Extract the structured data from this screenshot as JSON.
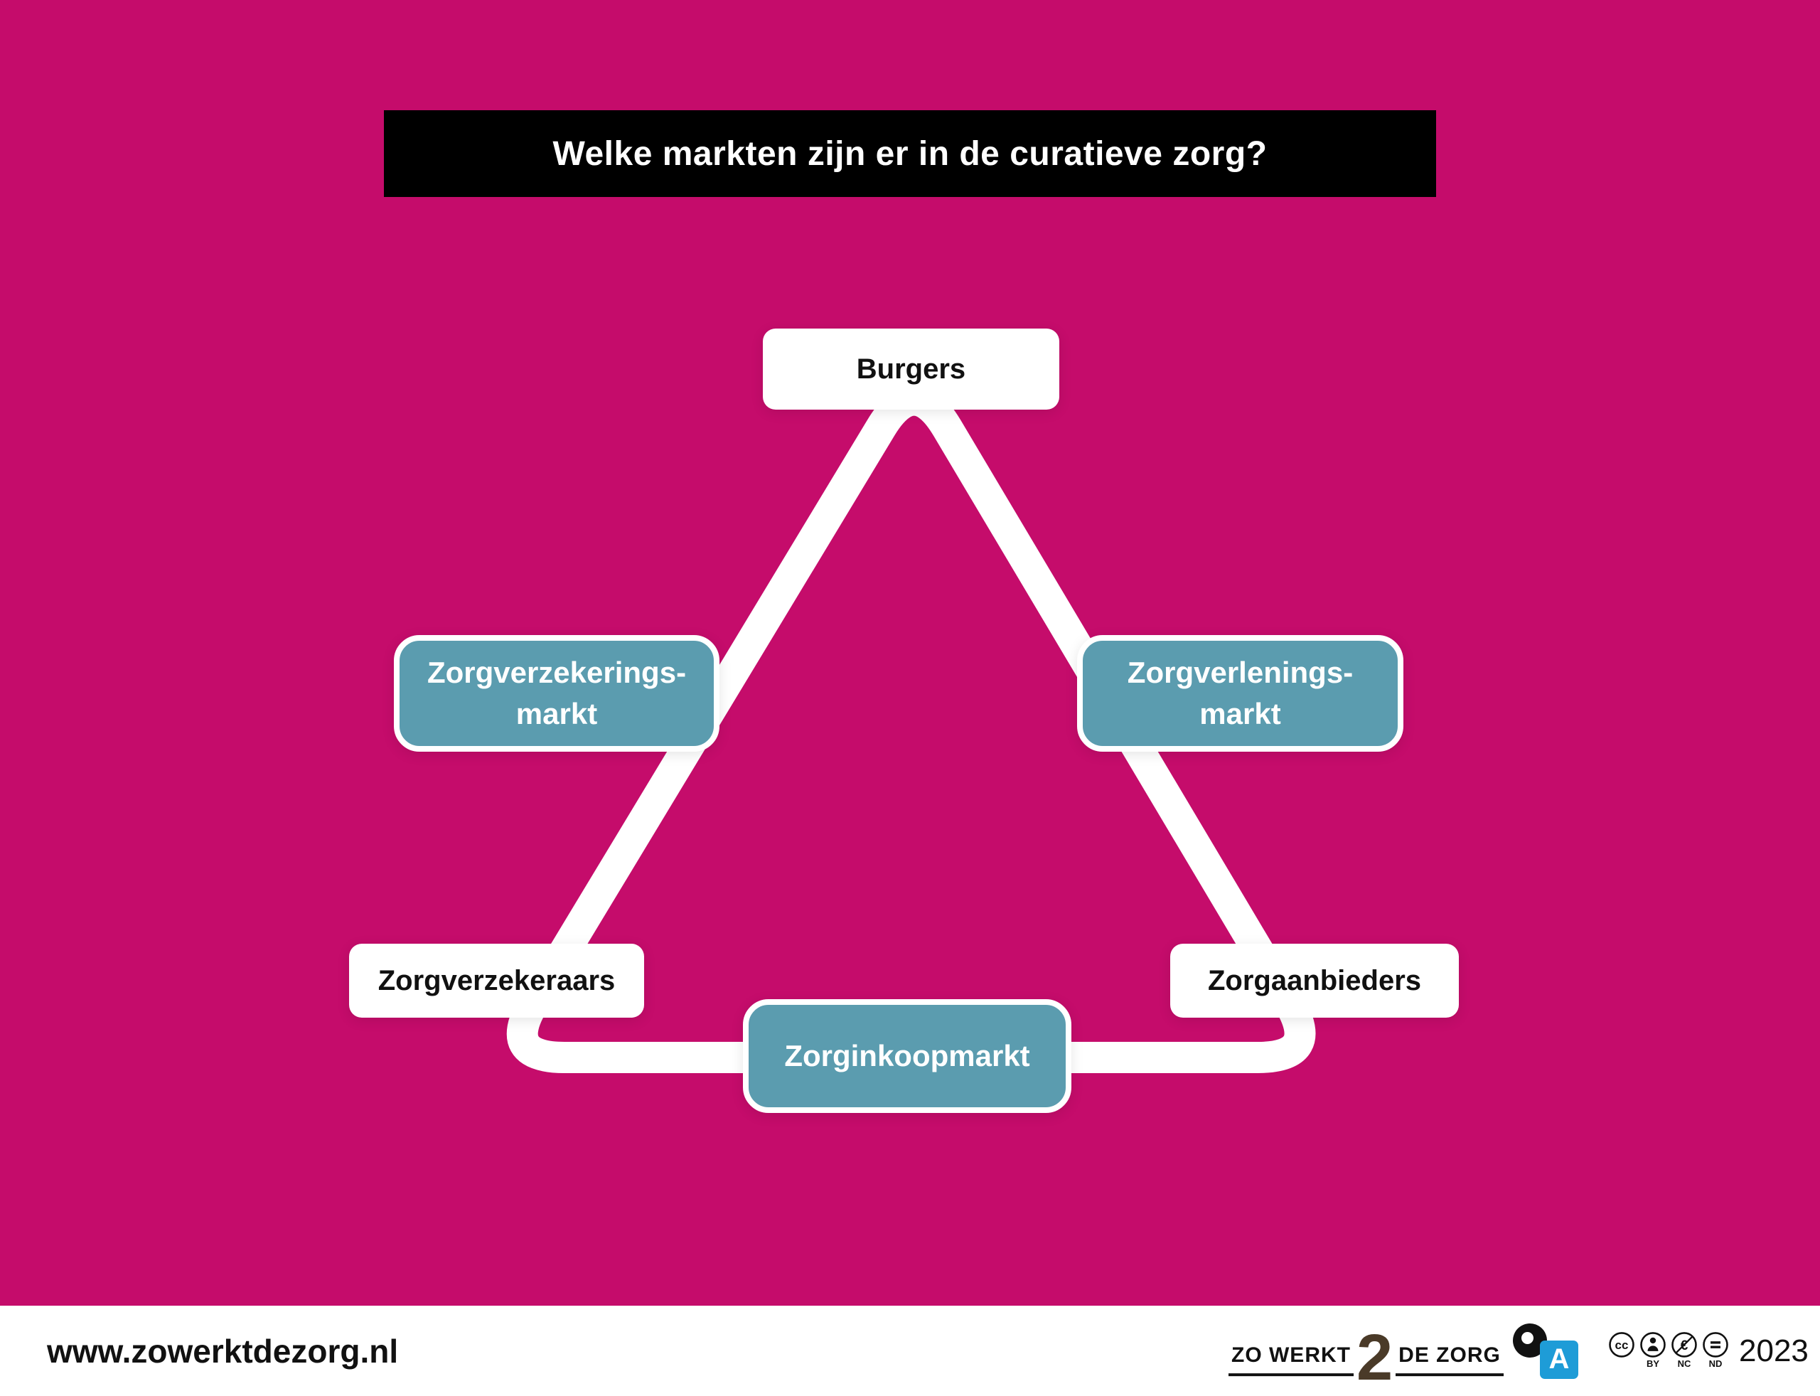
{
  "title": "Welke markten zijn er in de curatieve zorg?",
  "colors": {
    "background": "#C50C6B",
    "market_teal": "#5B9CAF",
    "title_bar": "#000000",
    "accessibility_blue": "#1E9CD7"
  },
  "diagram": {
    "nodes": {
      "burgers": "Burgers",
      "zorgverzekeraars": "Zorgverzekeraars",
      "zorgaanbieders": "Zorgaanbieders"
    },
    "markets": {
      "left": {
        "line1": "Zorgverzekerings-",
        "line2": "markt"
      },
      "right": {
        "line1": "Zorgverlenings-",
        "line2": "markt"
      },
      "bottom": "Zorginkoopmarkt"
    }
  },
  "footer": {
    "website": "www.zowerktdezorg.nl",
    "logo": {
      "left": "ZO WERKT",
      "two": "2",
      "right": "DE ZORG"
    },
    "accessibility_letter": "A",
    "license": {
      "cc_label": "cc",
      "by": "BY",
      "nc": "NC",
      "nd": "ND"
    },
    "year": "2023"
  }
}
